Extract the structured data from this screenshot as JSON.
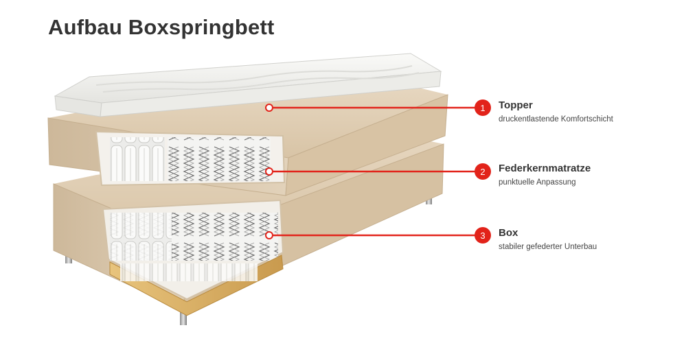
{
  "title": "Aufbau Boxspringbett",
  "colors": {
    "accent": "#e2231a",
    "fabric": "#dcc9ad",
    "wood": "#d9b26a",
    "topper": "#f1f1ee"
  },
  "callouts": [
    {
      "number": "1",
      "title": "Topper",
      "description": "druckentlastende Komfortschicht"
    },
    {
      "number": "2",
      "title": "Federkernmatratze",
      "description": "punktuelle Anpassung"
    },
    {
      "number": "3",
      "title": "Box",
      "description": "stabiler gefederter Unterbau"
    }
  ]
}
